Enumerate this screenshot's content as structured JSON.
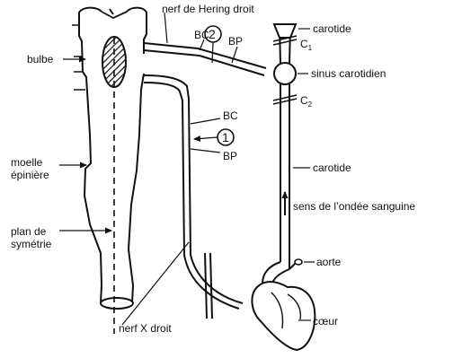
{
  "labels": {
    "nerf_hering": "nerf de Hering droit",
    "carotide_top": "carotide",
    "c1": "C",
    "c1_sub": "1",
    "sinus": "sinus carotidien",
    "c2": "C",
    "c2_sub": "2",
    "bulbe": "bulbe",
    "bc_top": "BC",
    "bp_top": "BP",
    "num_two": "2",
    "bc_mid": "BC",
    "num_one": "1",
    "bp_mid": "BP",
    "carotide_mid": "carotide",
    "moelle_1": "moelle",
    "moelle_2": "épinière",
    "sens": "sens de l’ondée sanguine",
    "plan_1": "plan de",
    "plan_2": "symétrie",
    "aorte": "aorte",
    "coeur": "cœur",
    "nerf_x": "nerf X droit"
  },
  "colors": {
    "ink": "#111111",
    "paper": "#ffffff"
  }
}
